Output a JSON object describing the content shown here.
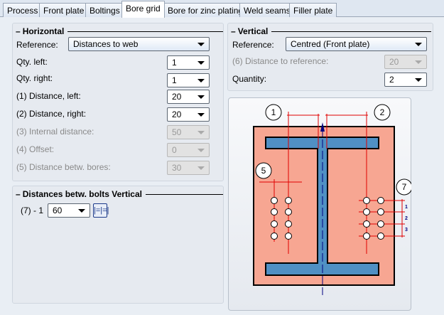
{
  "tabs": [
    {
      "label": "Process"
    },
    {
      "label": "Front plate"
    },
    {
      "label": "Boltings"
    },
    {
      "label": "Bore grid",
      "active": true
    },
    {
      "label": "Bore for zinc plating"
    },
    {
      "label": "Weld seams"
    },
    {
      "label": "Filler plate"
    }
  ],
  "horizontal": {
    "title": "Horizontal",
    "reference_label": "Reference:",
    "reference_value": "Distances to web",
    "rows": [
      {
        "label": "Qty. left:",
        "value": "1",
        "enabled": true
      },
      {
        "label": "Qty. right:",
        "value": "1",
        "enabled": true
      },
      {
        "label": "(1) Distance, left:",
        "value": "20",
        "enabled": true
      },
      {
        "label": "(2) Distance, right:",
        "value": "20",
        "enabled": true
      },
      {
        "label": "(3) Internal distance:",
        "value": "50",
        "enabled": false
      },
      {
        "label": "(4) Offset:",
        "value": "0",
        "enabled": false
      },
      {
        "label": "(5) Distance betw. bores:",
        "value": "30",
        "enabled": false
      }
    ]
  },
  "vertical_bolts": {
    "title": "Distances betw. bolts Vertical",
    "row_label": "(7) - 1",
    "value": "60",
    "equalize_icon": "equal-distance-icon"
  },
  "vertical": {
    "title": "Vertical",
    "reference_label": "Reference:",
    "reference_value": "Centred (Front plate)",
    "distance_label": "(6) Distance to reference:",
    "distance_value": "20",
    "quantity_label": "Quantity:",
    "quantity_value": "2"
  },
  "drawing": {
    "markers": [
      "1",
      "2",
      "5",
      "7"
    ],
    "row_markers": [
      "1",
      "2",
      "3"
    ],
    "colors": {
      "plate": "#f7a692",
      "profile": "#5090c4",
      "dimension": "#e00000",
      "axis": "#00007f"
    }
  }
}
